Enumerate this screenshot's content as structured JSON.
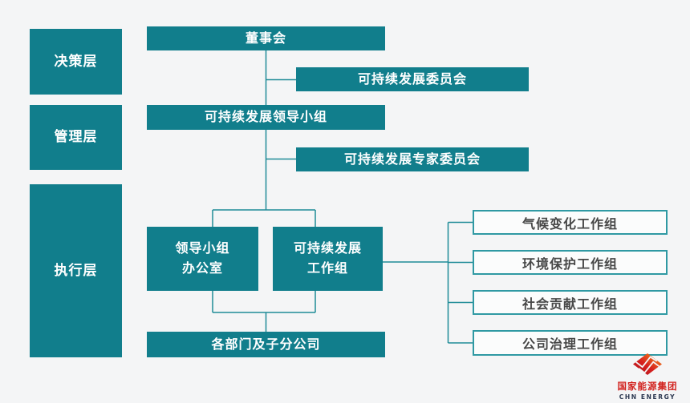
{
  "diagram": {
    "title_hint": "sustainable-development-governance-org-chart",
    "layers": [
      {
        "label": "决策层"
      },
      {
        "label": "管理层"
      },
      {
        "label": "执行层"
      }
    ],
    "nodes": {
      "board": "董事会",
      "sd_committee": "可持续发展委员会",
      "sd_leading_group": "可持续发展领导小组",
      "sd_expert_committee": "可持续发展专家委员会",
      "office_line1": "领导小组",
      "office_line2": "办公室",
      "working_group_line1": "可持续发展",
      "working_group_line2": "工作组",
      "departments": "各部门及子分公司"
    },
    "working_groups": [
      "气候变化工作组",
      "环境保护工作组",
      "社会贡献工作组",
      "公司治理工作组"
    ]
  },
  "logo": {
    "company_cn": "国家能源集团",
    "company_en": "CHN ENERGY"
  },
  "colors": {
    "node_teal": "#117e8c",
    "connector_teal": "#1e8b97",
    "white_box_border": "#2f99a3",
    "white_box_text": "#474747",
    "background": "#f4f5f6",
    "logo_red": "#d2231f",
    "logo_navy": "#2b3750"
  }
}
